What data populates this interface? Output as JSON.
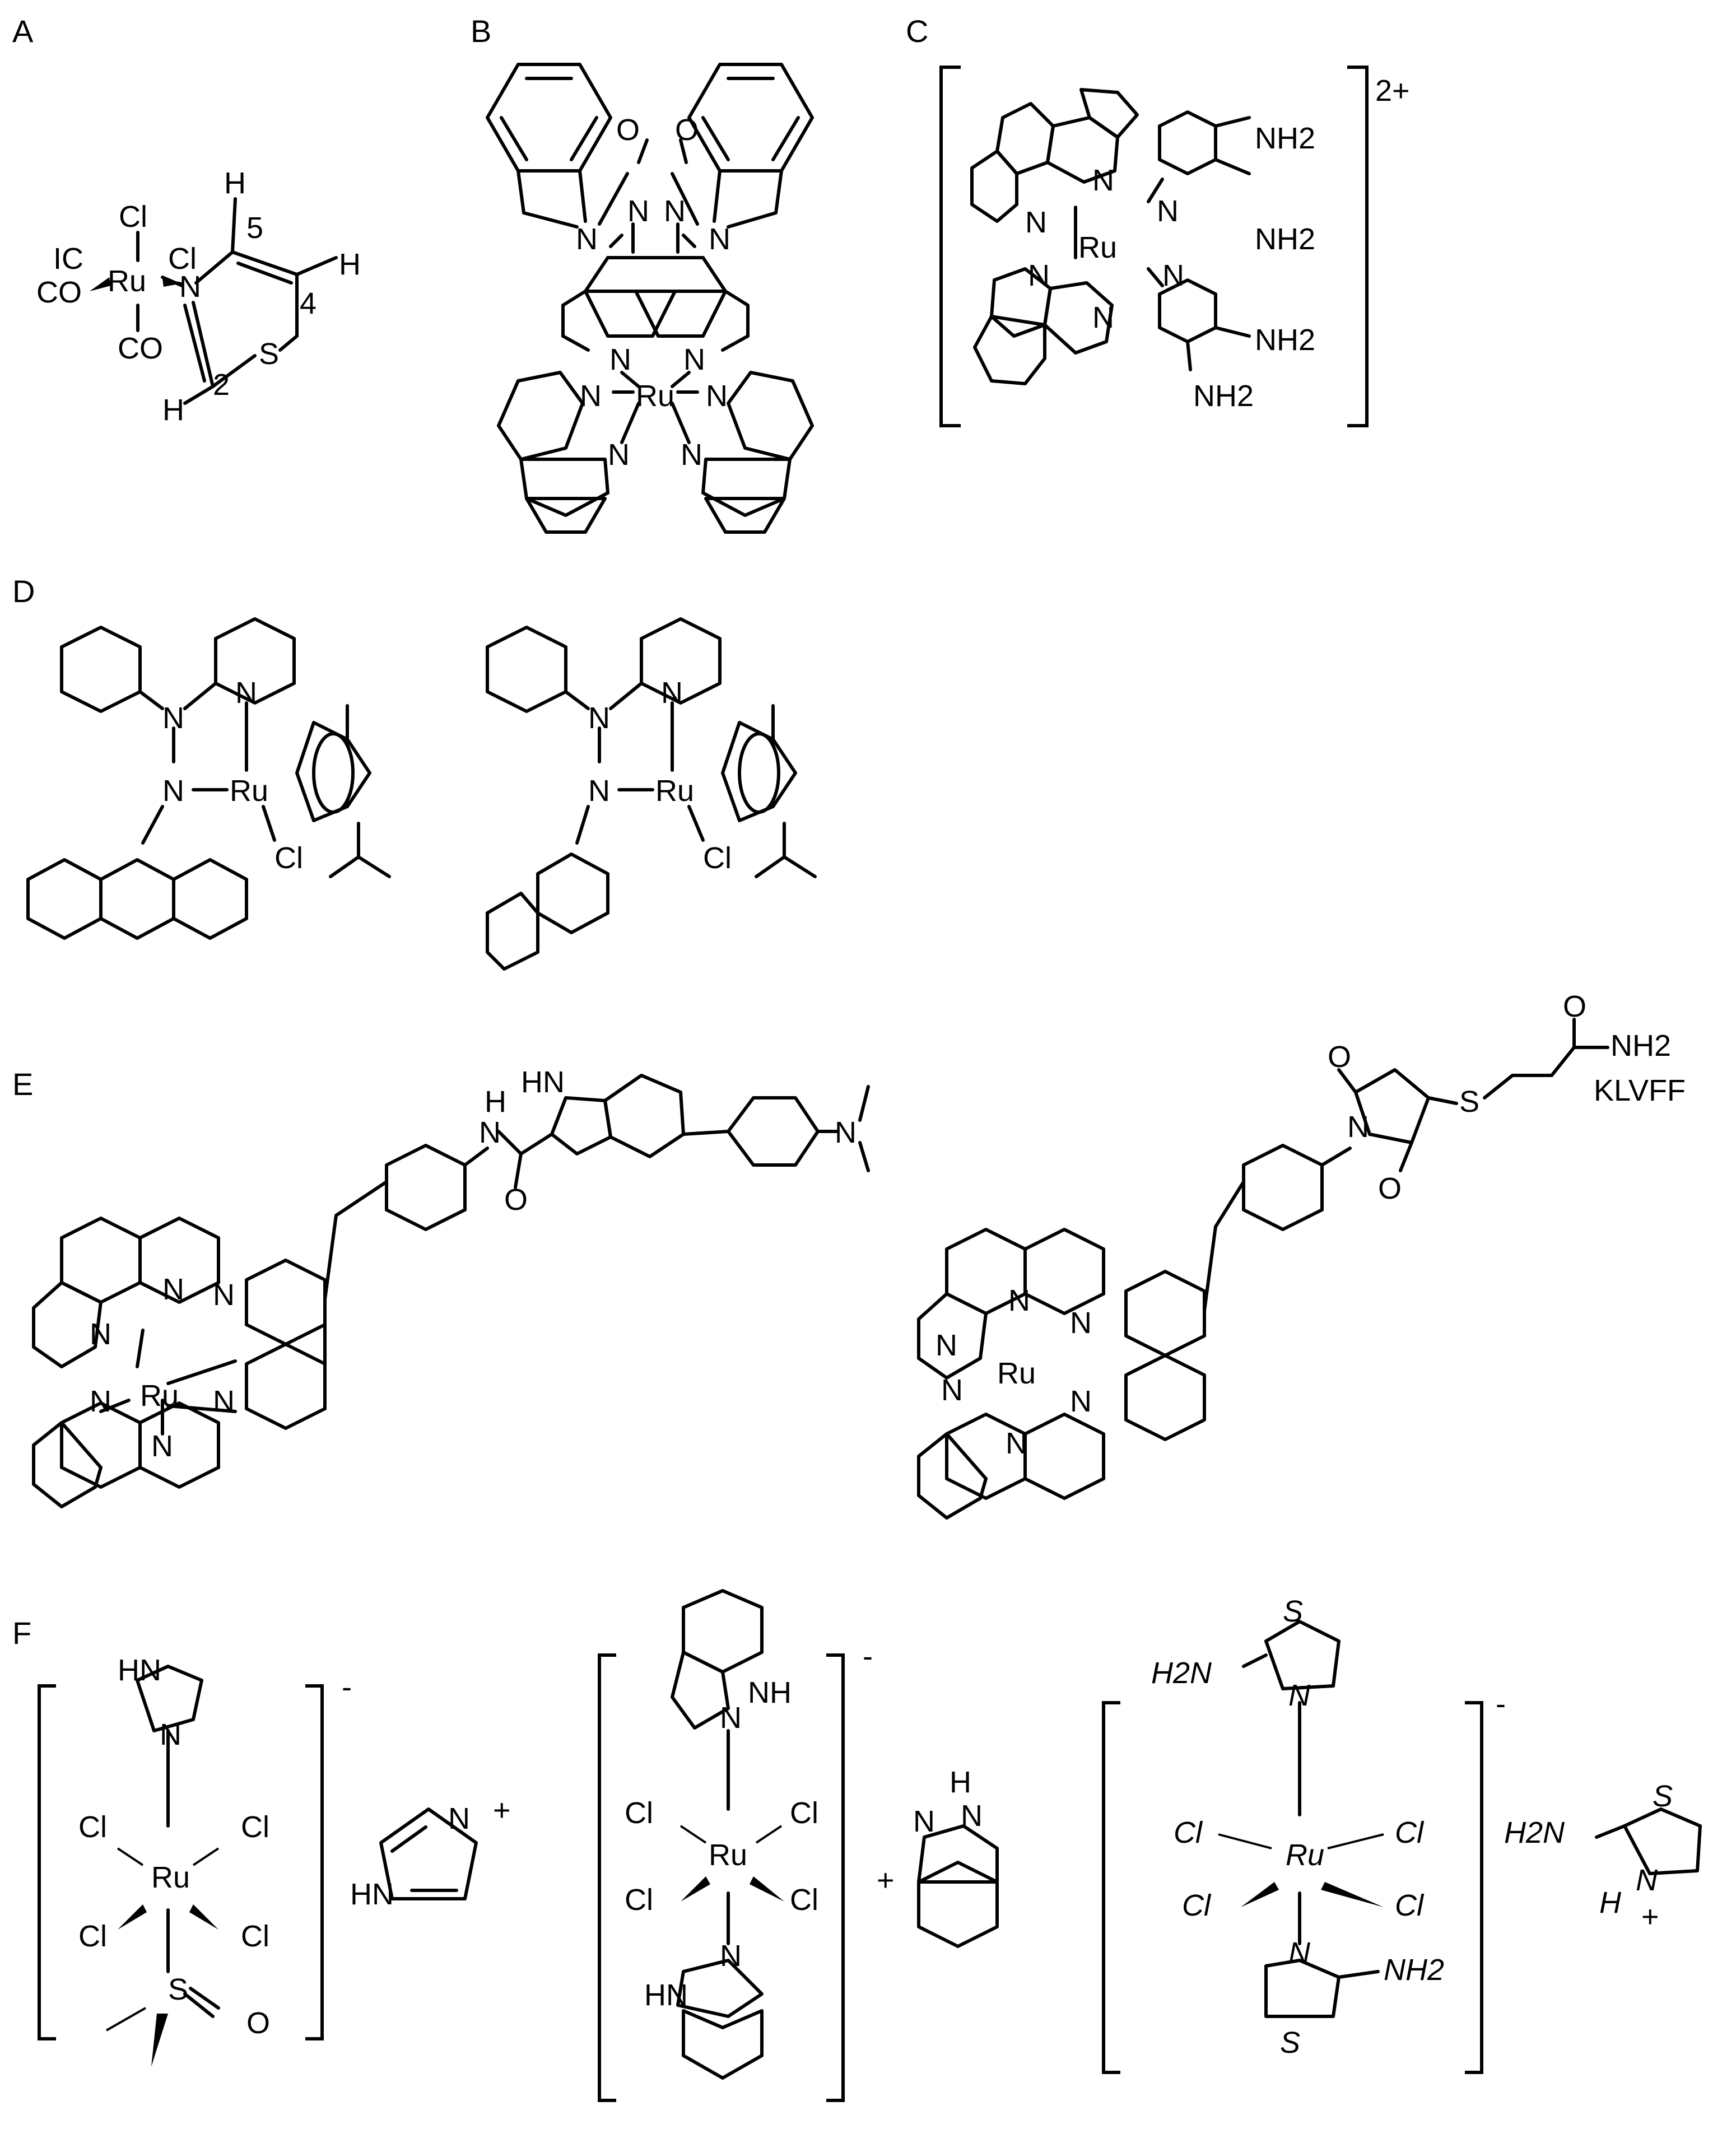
{
  "panels": {
    "A": {
      "label": "A",
      "atoms": {
        "Cl_top": "Cl",
        "Cl_mid": "Cl",
        "IC": "IC",
        "CO_left": "CO",
        "CO_bottom": "CO",
        "Ru": "Ru",
        "N": "N",
        "S": "S",
        "H_top": "H",
        "H_right": "H",
        "H_bottom": "H",
        "num5": "5",
        "num4": "4",
        "num2": "2"
      }
    },
    "B": {
      "label": "B",
      "atoms": {
        "O1": "O",
        "O2": "O",
        "N1": "N",
        "N2": "N",
        "N3": "N",
        "N4": "N",
        "N5": "N",
        "N6": "N",
        "Ru": "Ru",
        "N7": "N",
        "N8": "N",
        "N9": "N",
        "N10": "N"
      }
    },
    "C": {
      "label": "C",
      "charge": "2+",
      "atoms": {
        "N1": "N",
        "N2": "N",
        "N3": "N",
        "N4": "N",
        "Ru": "Ru",
        "N5": "N",
        "N6": "N",
        "NH2_1": "NH2",
        "NH2_2": "NH2",
        "NH2_3": "NH2",
        "NH2_4": "NH2"
      }
    },
    "D": {
      "label": "D",
      "left": {
        "N1": "N",
        "N2": "N",
        "N3": "N",
        "Ru": "Ru",
        "Cl": "Cl"
      },
      "right": {
        "N1": "N",
        "N2": "N",
        "N3": "N",
        "Ru": "Ru",
        "Cl": "Cl"
      }
    },
    "E": {
      "label": "E",
      "left": {
        "HN": "HN",
        "NH": "N",
        "H": "H",
        "O": "O",
        "N_dimethyl": "N",
        "Ru": "Ru",
        "N1": "N",
        "N2": "N",
        "N3": "N",
        "N4": "N",
        "N5": "N",
        "N6": "N"
      },
      "right": {
        "O1": "O",
        "O2": "O",
        "O3": "O",
        "N": "N",
        "S": "S",
        "NH2": "NH2",
        "peptide": "KLVFF",
        "Ru": "Ru",
        "N1": "N",
        "N2": "N",
        "N3": "N",
        "N4": "N",
        "N5": "N",
        "N6": "N"
      }
    },
    "F": {
      "label": "F",
      "c1": {
        "HN": "HN",
        "N": "N",
        "Cl1": "Cl",
        "Cl2": "Cl",
        "Cl3": "Cl",
        "Cl4": "Cl",
        "Ru": "Ru",
        "S": "S",
        "O": "O",
        "charge": "-"
      },
      "c1_counter": {
        "N": "N",
        "HN": "HN",
        "charge": "+"
      },
      "c2": {
        "N1": "N",
        "NH": "NH",
        "Cl1": "Cl",
        "Cl2": "Cl",
        "Cl3": "Cl",
        "Cl4": "Cl",
        "Ru": "Ru",
        "N2": "N",
        "HN": "HN",
        "charge": "-"
      },
      "c2_counter": {
        "H": "H",
        "N1": "N",
        "N2": "N",
        "charge": "+"
      },
      "c3": {
        "S1": "S",
        "H2N": "H2N",
        "N1": "N",
        "Cl1": "Cl",
        "Cl2": "Cl",
        "Cl3": "Cl",
        "Cl4": "Cl",
        "Ru": "Ru",
        "N2": "N",
        "NH2": "NH2",
        "S2": "S",
        "charge": "-"
      },
      "c3_counter": {
        "H2N": "H2N",
        "S": "S",
        "N": "N",
        "H": "H",
        "charge": "+"
      }
    }
  }
}
